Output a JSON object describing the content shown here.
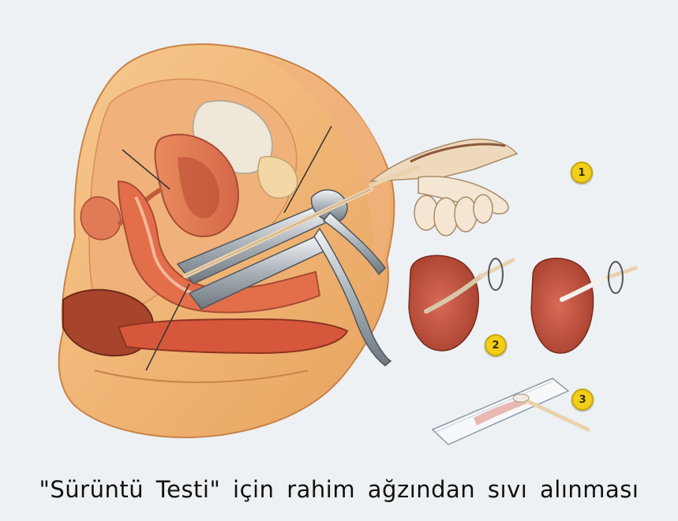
{
  "figure": {
    "steps": [
      {
        "number": "1"
      },
      {
        "number": "2"
      },
      {
        "number": "3"
      }
    ],
    "caption": "\"Sürüntü Testi\" için rahim ağzından sıvı alınması"
  }
}
